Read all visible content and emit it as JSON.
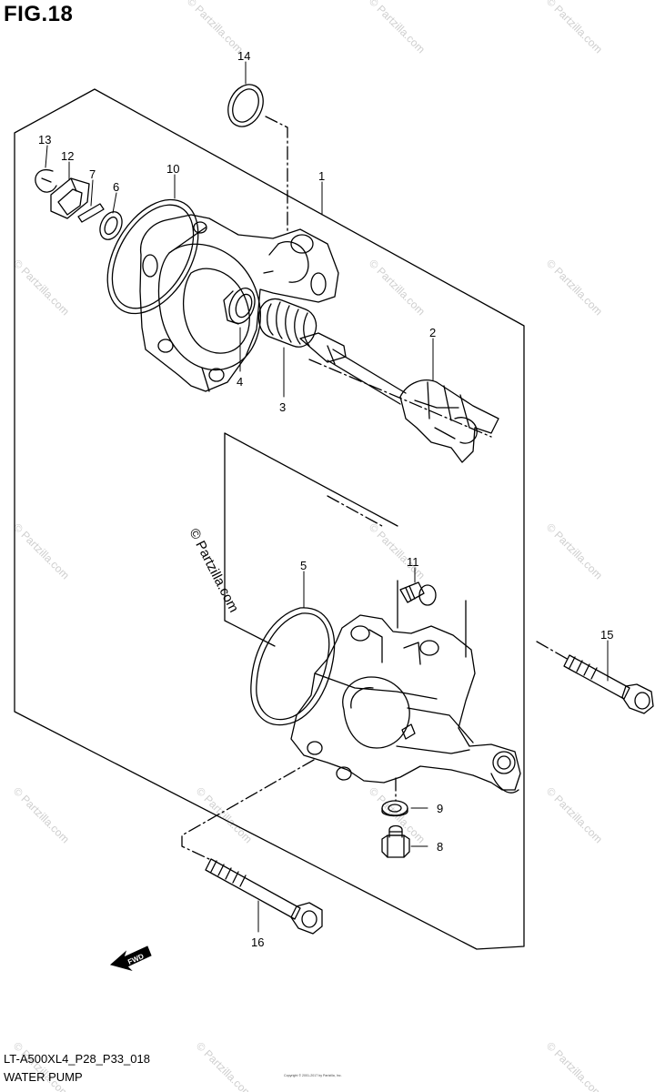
{
  "figure": {
    "title": "FIG.18",
    "model_code": "LT-A500XL4_P28_P33_018",
    "section_name": "WATER PUMP",
    "direction_label": "FWD"
  },
  "watermark": {
    "text": "© Partzilla.com",
    "center_text": "© Partzilla.com",
    "footer_fine_print": "Copyright © 2001-2017 by Partzilla, Inc."
  },
  "callouts": {
    "c1": "1",
    "c2": "2",
    "c3": "3",
    "c4": "4",
    "c5": "5",
    "c6": "6",
    "c7": "7",
    "c8": "8",
    "c9": "9",
    "c10": "10",
    "c11": "11",
    "c12": "12",
    "c13": "13",
    "c14": "14",
    "c15": "15",
    "c16": "16"
  },
  "colors": {
    "line": "#000000",
    "watermark": "#cfcfcf",
    "background": "#ffffff"
  },
  "icons": {
    "direction": "fwd-arrow-icon"
  }
}
